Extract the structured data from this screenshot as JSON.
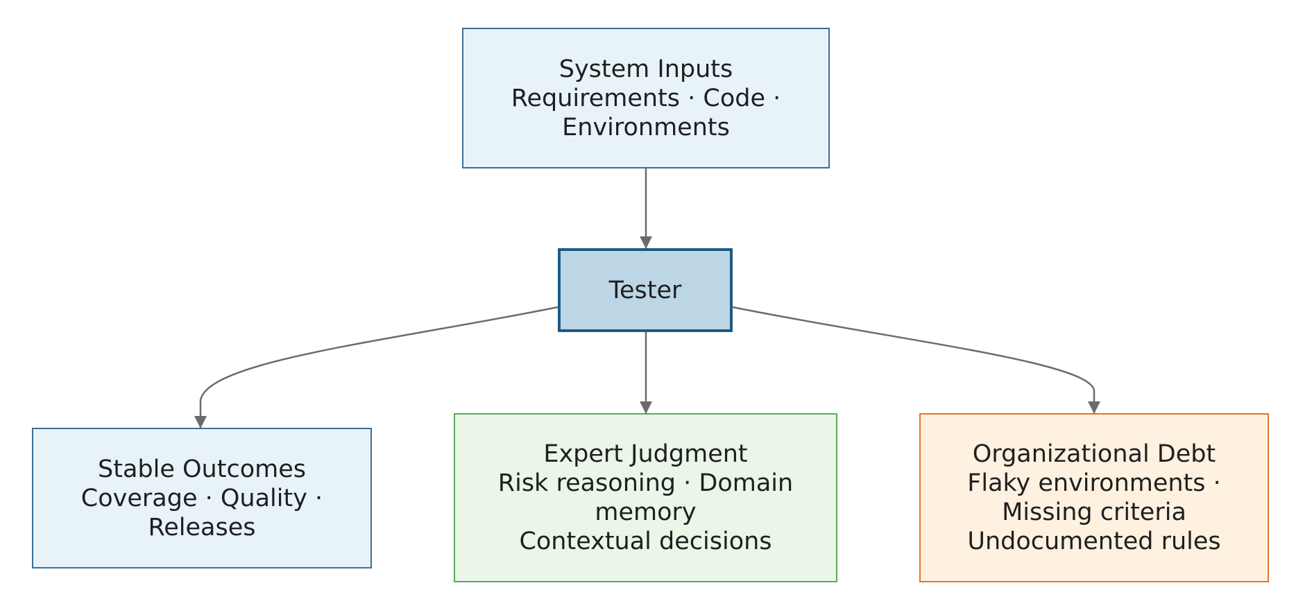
{
  "nodes": {
    "inputs": {
      "lines": [
        "System Inputs",
        "Requirements · Code ·",
        "Environments"
      ]
    },
    "tester": {
      "lines": [
        "Tester"
      ]
    },
    "stable": {
      "lines": [
        "Stable Outcomes",
        "Coverage · Quality ·",
        "Releases"
      ]
    },
    "expert": {
      "lines": [
        "Expert Judgment",
        "Risk reasoning · Domain",
        "memory",
        "Contextual decisions"
      ]
    },
    "debt": {
      "lines": [
        "Organizational Debt",
        "Flaky environments ·",
        "Missing criteria",
        "Undocumented rules"
      ]
    }
  },
  "edges": [
    {
      "from": "System Inputs",
      "to": "Tester"
    },
    {
      "from": "Tester",
      "to": "Stable Outcomes"
    },
    {
      "from": "Tester",
      "to": "Expert Judgment"
    },
    {
      "from": "Tester",
      "to": "Organizational Debt"
    }
  ],
  "colors": {
    "edge": "#6b6b6b",
    "blue_fill": "#e8f3f9",
    "blue_border": "#3d6e94",
    "tester_fill": "#bdd6e6",
    "tester_border": "#1e5a85",
    "green_fill": "#e9f6e8",
    "green_border": "#5fa85a",
    "orange_fill": "#fef1e0",
    "orange_border": "#e2762a"
  }
}
